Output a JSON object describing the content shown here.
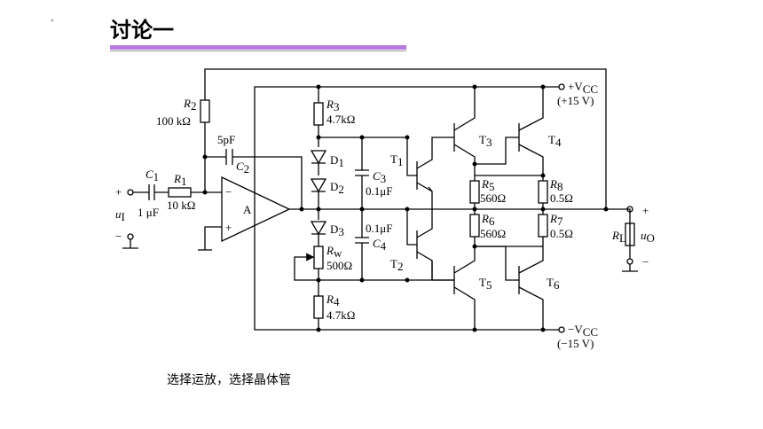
{
  "slide": {
    "title": "讨论一",
    "caption": "选择运放，选择晶体管"
  },
  "colors": {
    "accent": "#b57be0"
  },
  "labels": {
    "R2": "R",
    "R2_sub": "2",
    "R2_val": "100 kΩ",
    "cap5p": "5pF",
    "C2": "C",
    "C2_sub": "2",
    "C1": "C",
    "C1_sub": "1",
    "C1_val": "1 μF",
    "R1": "R",
    "R1_sub": "1",
    "R1_val": "10 kΩ",
    "ui": "u",
    "ui_sub": "I",
    "plus_in": "+",
    "minus_in": "−",
    "opamp": "A",
    "op_minus": "−",
    "op_plus": "+",
    "R3": "R",
    "R3_sub": "3",
    "R3_val": "4.7kΩ",
    "D1": "D",
    "D1_sub": "1",
    "D2": "D",
    "D2_sub": "2",
    "D3": "D",
    "D3_sub": "3",
    "C3": "C",
    "C3_sub": "3",
    "C3_val": "0.1μF",
    "C4": "C",
    "C4_sub": "4",
    "C4_val": "0.1μF",
    "Rw": "R",
    "Rw_sub": "w",
    "Rw_val": "500Ω",
    "R4": "R",
    "R4_sub": "4",
    "R4_val": "4.7kΩ",
    "T1": "T",
    "T1_sub": "1",
    "T2": "T",
    "T2_sub": "2",
    "T3": "T",
    "T3_sub": "3",
    "T4": "T",
    "T4_sub": "4",
    "T5": "T",
    "T5_sub": "5",
    "T6": "T",
    "T6_sub": "6",
    "R5": "R",
    "R5_sub": "5",
    "R5_val": "560Ω",
    "R6": "R",
    "R6_sub": "6",
    "R6_val": "560Ω",
    "R7": "R",
    "R7_sub": "7",
    "R7_val": "0.5Ω",
    "R8": "R",
    "R8_sub": "8",
    "R8_val": "0.5Ω",
    "RL": "R",
    "RL_sub": "L",
    "uo": "u",
    "uo_sub": "O",
    "out_plus": "+",
    "out_minus": "−",
    "vcc_pos": "+V",
    "vcc_pos_sub": "CC",
    "vcc_pos_val": "(+15 V)",
    "vcc_neg": "−V",
    "vcc_neg_sub": "CC",
    "vcc_neg_val": "(−15 V)"
  }
}
